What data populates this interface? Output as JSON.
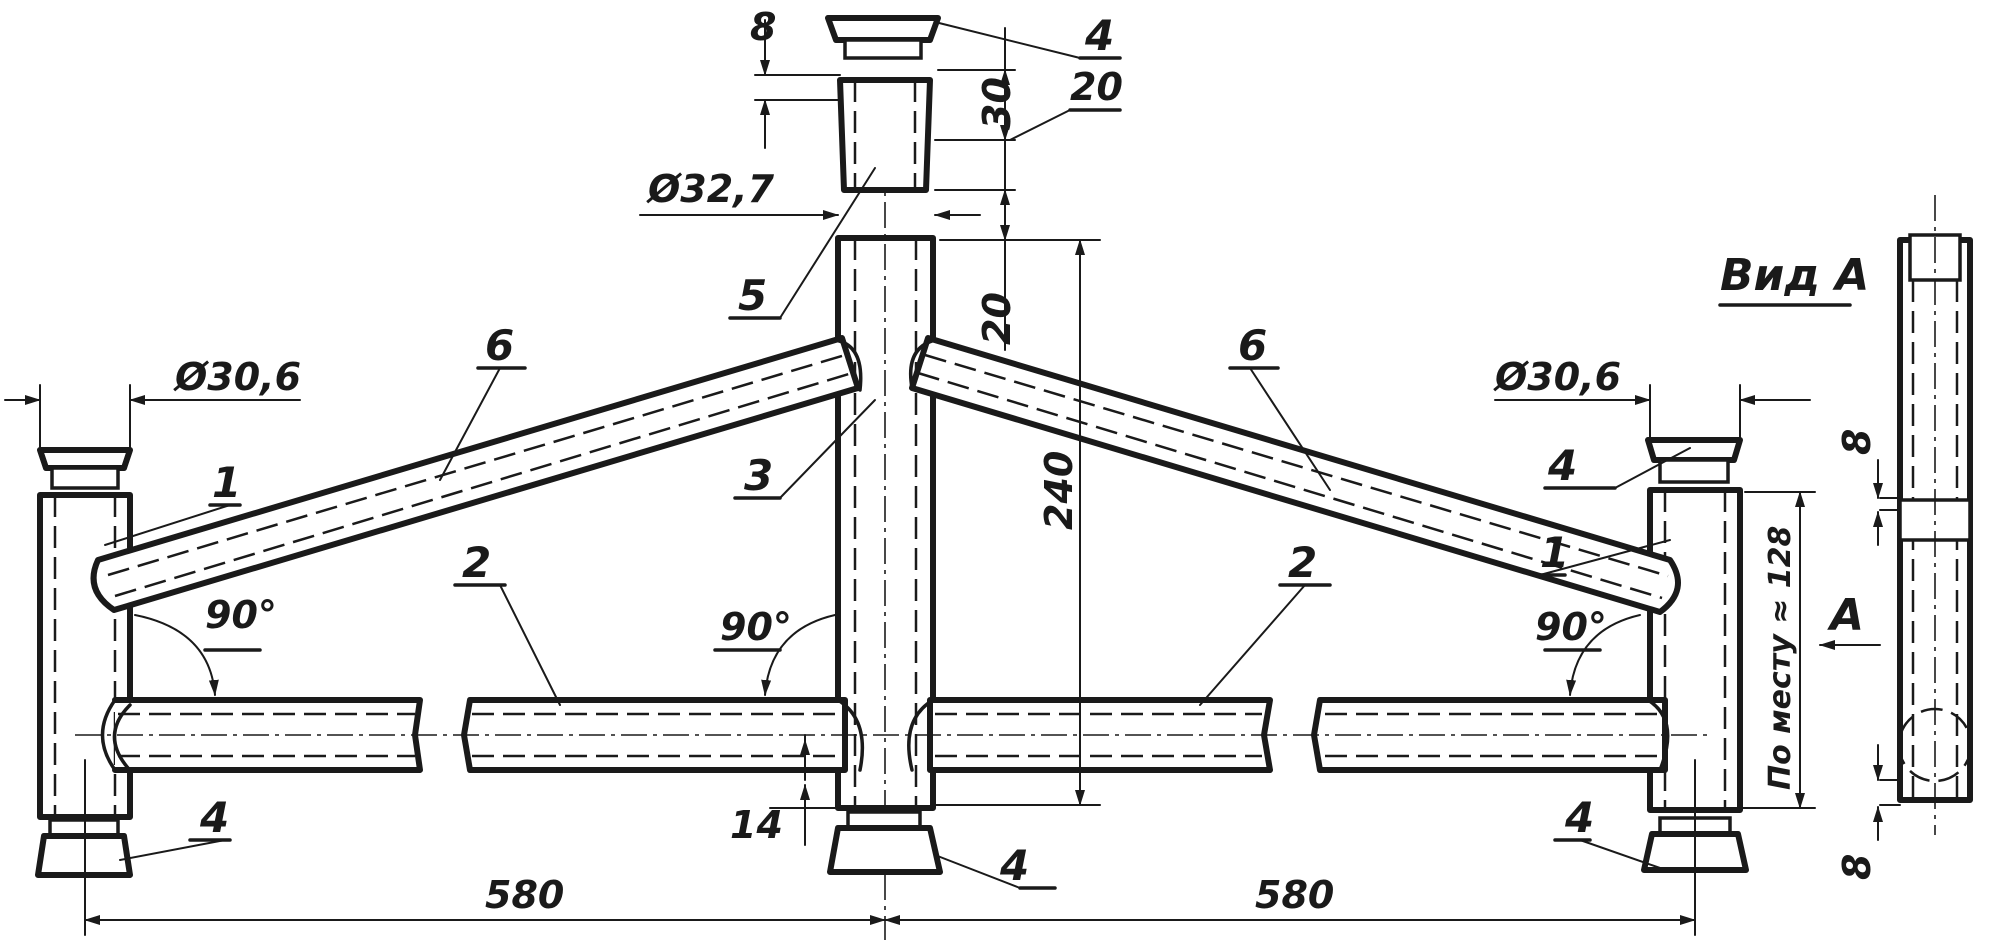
{
  "labels": {
    "part_1": "1",
    "part_2": "2",
    "part_3": "3",
    "part_4": "4",
    "part_5": "5",
    "part_6": "6"
  },
  "dimensions": {
    "top_8": "8",
    "top_30": "30",
    "top_20a": "20",
    "top_20b": "20",
    "dia_center": "Ø32,7",
    "dia_left": "Ø30,6",
    "dia_right": "Ø30,6",
    "height_240": "240",
    "angle": "90°",
    "offset_14": "14",
    "span": "580",
    "in_place": "По месту ≈ 128",
    "view_8": "8"
  },
  "view": {
    "title": "Вид А",
    "arrow_label": "А"
  },
  "colors": {
    "ink": "#1a1a1a",
    "paper": "#ffffff"
  }
}
